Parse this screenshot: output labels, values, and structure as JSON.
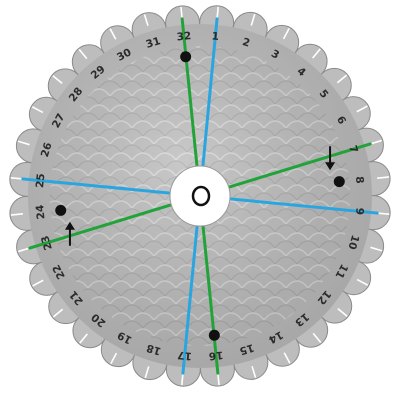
{
  "disk": {
    "slot_labels": [
      "1",
      "2",
      "3",
      "4",
      "5",
      "6",
      "7",
      "8",
      "9",
      "10",
      "11",
      "12",
      "13",
      "14",
      "15",
      "16",
      "17",
      "18",
      "19",
      "20",
      "21",
      "22",
      "23",
      "24",
      "25",
      "26",
      "27",
      "28",
      "29",
      "30",
      "31",
      "32"
    ],
    "colors": {
      "disk_face": "#bdbdbd",
      "disk_edge": "#8a8a8a",
      "center_hole": "#ffffff",
      "green_thread": "#22a33a",
      "blue_thread": "#29a6e0",
      "marker": "#111111"
    },
    "threads": [
      {
        "color": "green",
        "from_slot": "32",
        "to_slot": "16"
      },
      {
        "color": "blue",
        "from_slot": "1",
        "to_slot": "17"
      },
      {
        "color": "green",
        "from_slot": "7",
        "to_slot": "23"
      },
      {
        "color": "blue",
        "from_slot": "9",
        "to_slot": "25"
      }
    ],
    "dot_markers_at_slots": [
      "32",
      "8",
      "16",
      "24"
    ],
    "arrow_markers": [
      {
        "slot": "7",
        "direction": "down"
      },
      {
        "slot": "23",
        "direction": "up"
      }
    ]
  }
}
